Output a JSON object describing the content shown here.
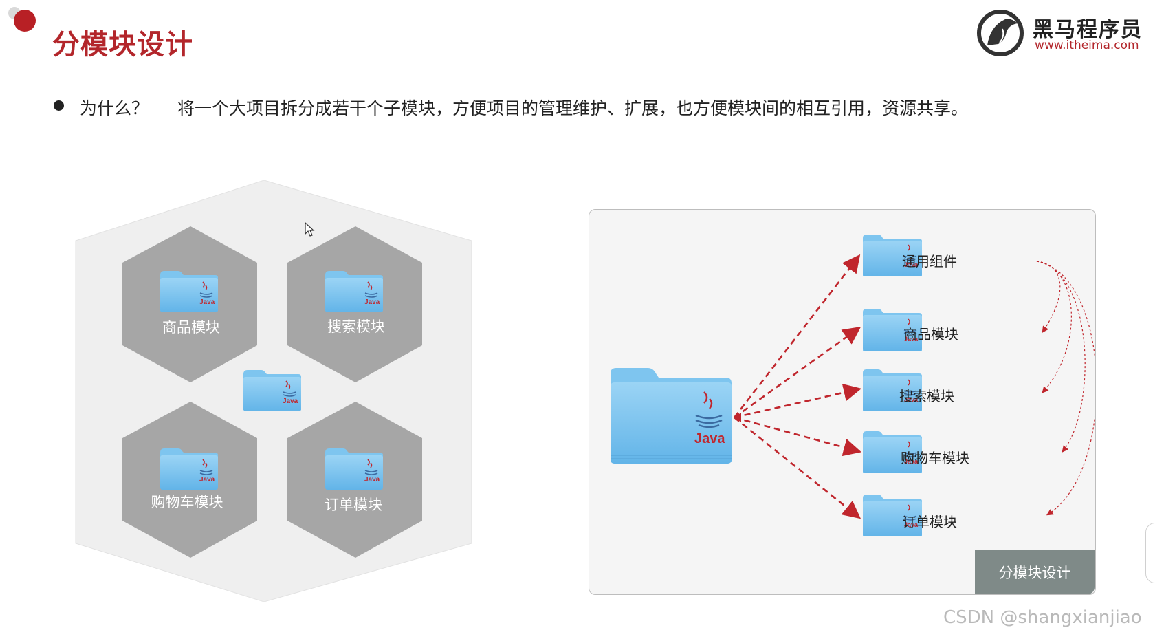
{
  "slide": {
    "title": "分模块设计",
    "question": "为什么？",
    "answer": "将一个大项目拆分成若干个子模块，方便项目的管理维护、扩展，也方便模块间的相互引用，资源共享。"
  },
  "logo": {
    "name": "黑马程序员",
    "url": "www.itheima.com"
  },
  "hexagon_diagram": {
    "modules": [
      "商品模块",
      "搜索模块",
      "购物车模块",
      "订单模块"
    ],
    "folder_text": "Java"
  },
  "tree_diagram": {
    "root_folder_text": "Java",
    "children": [
      "通用组件",
      "商品模块",
      "搜索模块",
      "购物车模块",
      "订单模块"
    ],
    "caption": "分模块设计",
    "arrow_color": "#c0262d"
  },
  "colors": {
    "accent": "#b3262b",
    "hexagon": "#a5a5a5",
    "folder": "#7cc3ee"
  },
  "watermark": "CSDN @shangxianjiao"
}
